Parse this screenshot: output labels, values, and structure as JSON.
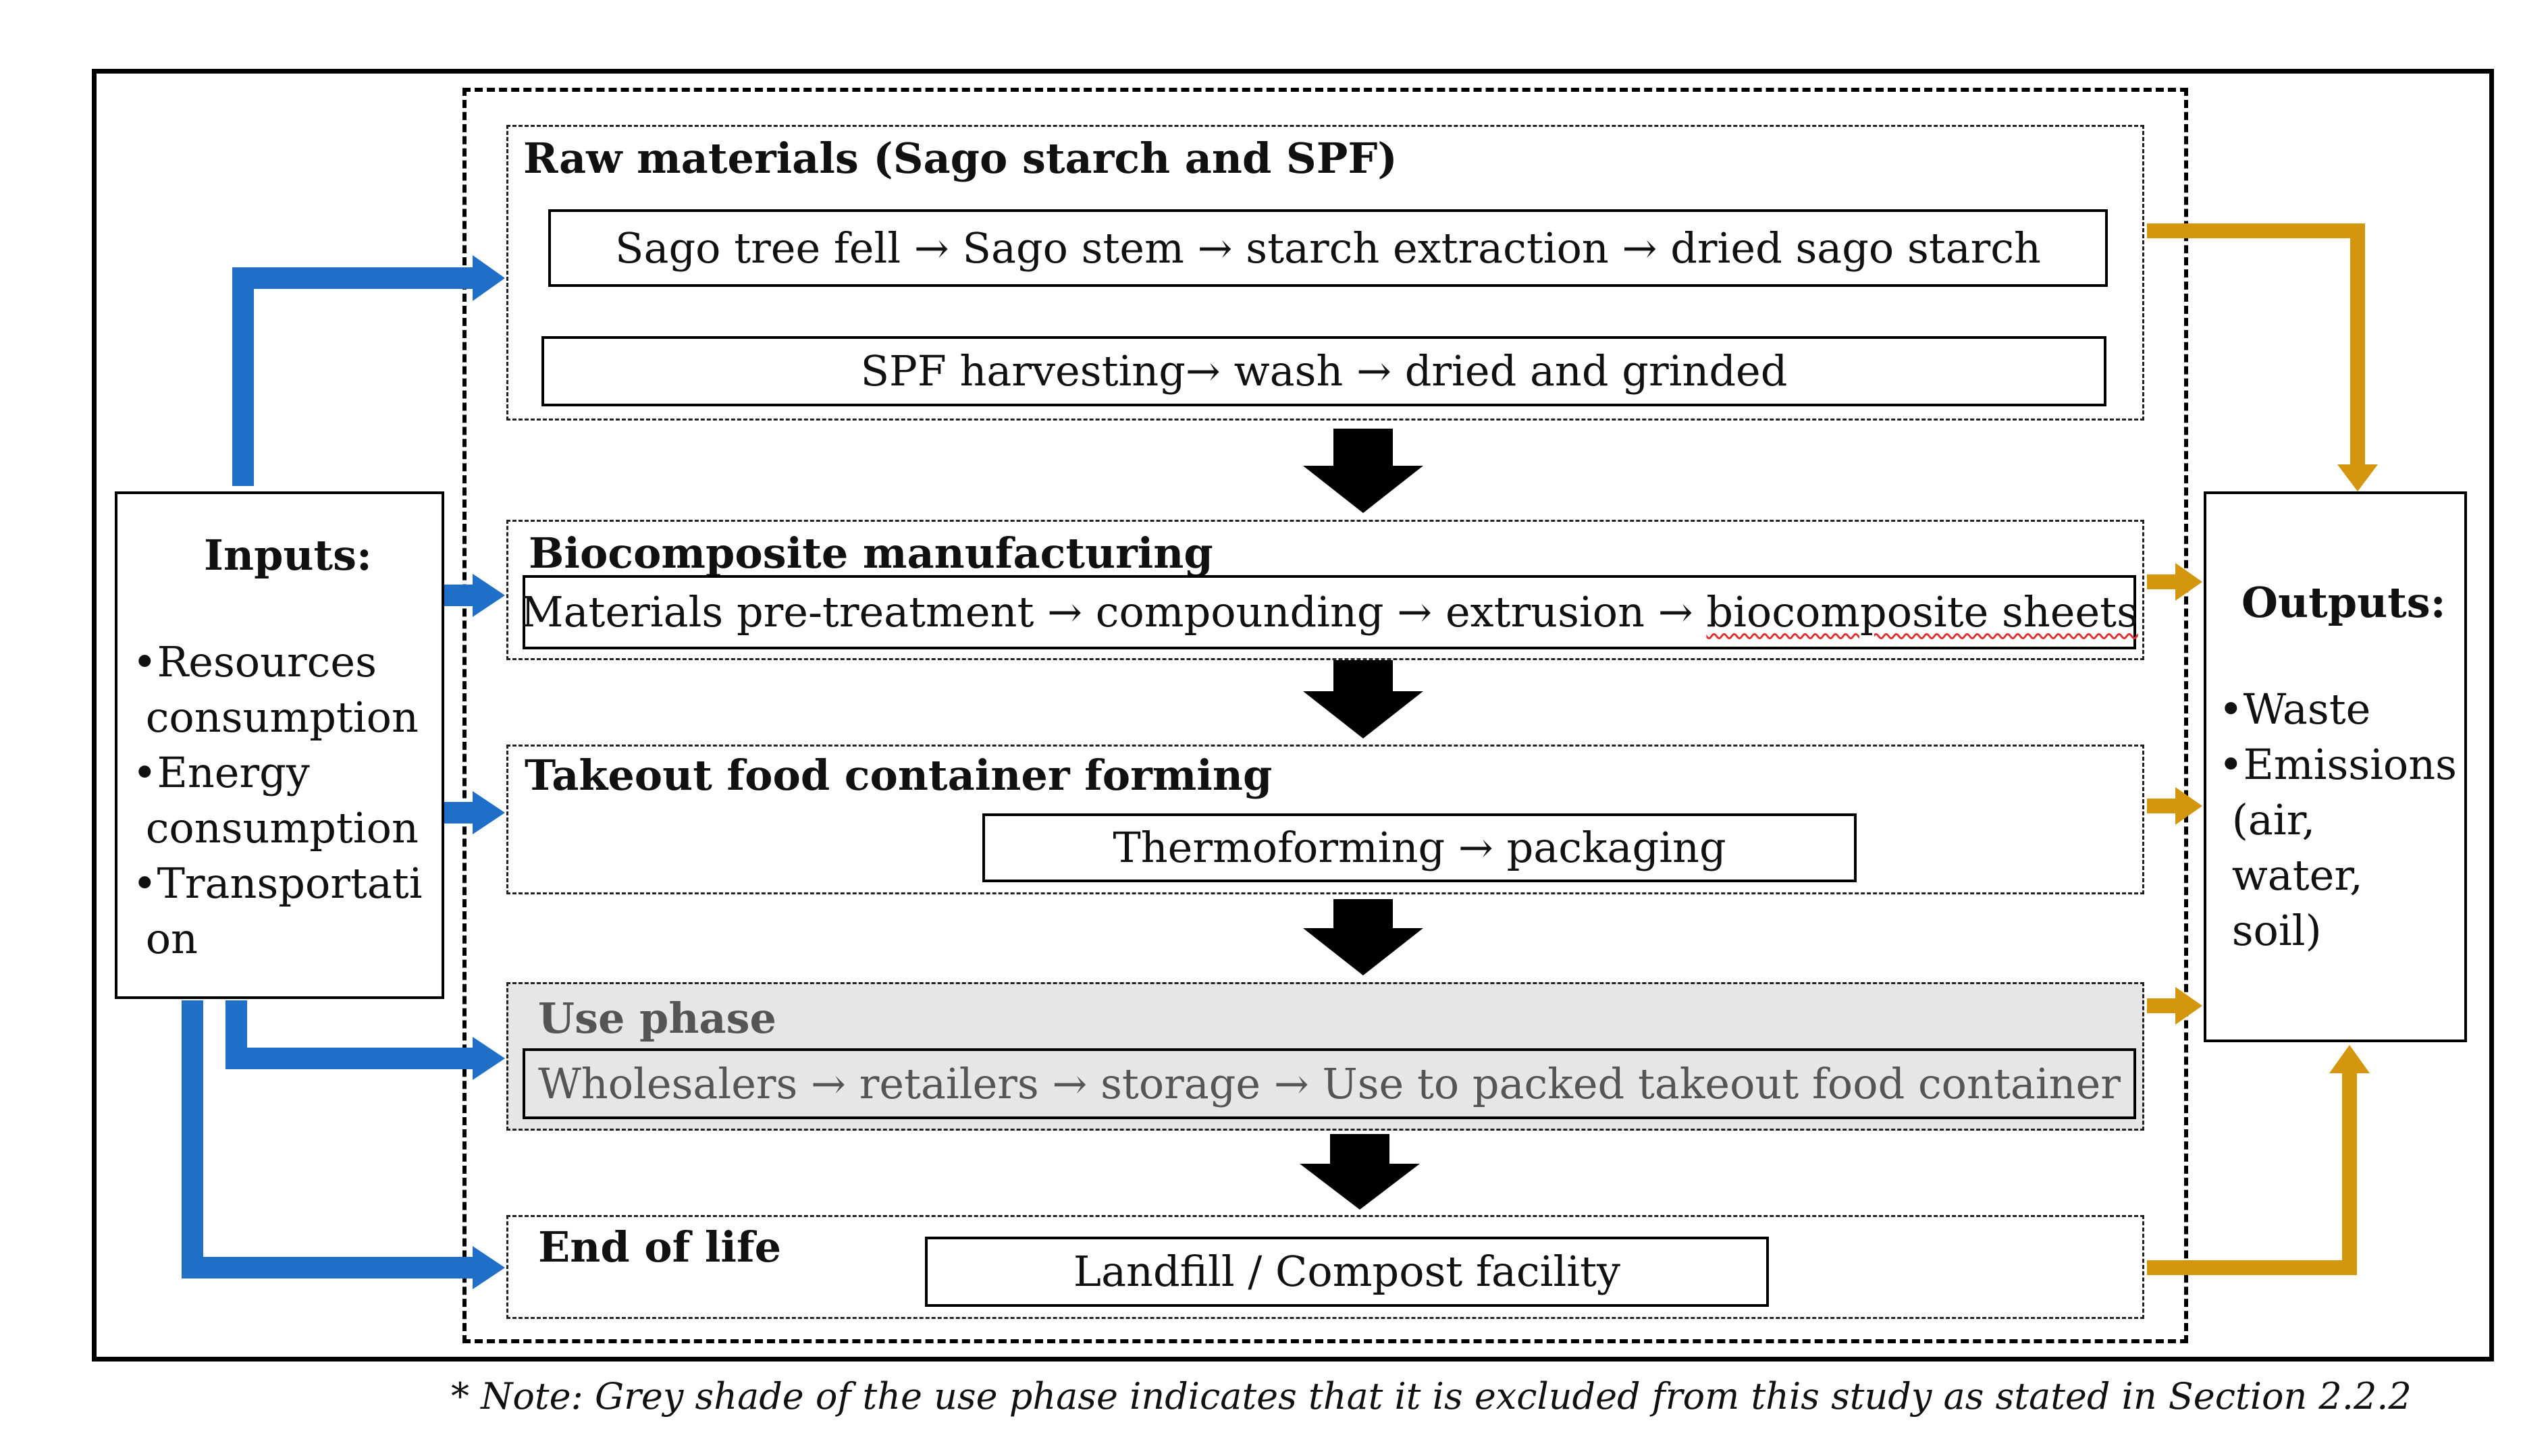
{
  "raw_materials": {
    "title": "Raw materials (Sago starch and SPF)",
    "sago_process": "Sago tree fell → Sago stem → starch extraction → dried sago starch",
    "spf_process": "SPF harvesting→ wash → dried and grinded"
  },
  "biocomposite": {
    "title": "Biocomposite manufacturing",
    "process_prefix": "Materials pre-treatment → compounding → extrusion → ",
    "process_suffix": "biocomposite sheets"
  },
  "container_forming": {
    "title": "Takeout food container forming",
    "process": "Thermoforming → packaging"
  },
  "use_phase": {
    "title": "Use phase",
    "process": "Wholesalers → retailers → storage → Use to packed takeout food container",
    "fill_color": "#e6e6e6"
  },
  "end_of_life": {
    "title": "End of life",
    "process": "Landfill / Compost facility"
  },
  "inputs": {
    "title": "Inputs:",
    "lines": [
      "•Resources",
      " consumption",
      "•Energy",
      " consumption",
      "•Transportati",
      " on"
    ]
  },
  "outputs": {
    "title": "Outputs:",
    "lines": [
      "•Waste",
      "•Emissions",
      " (air,",
      " water,",
      " soil)"
    ]
  },
  "note": "* Note: Grey shade of the use phase indicates that it is excluded from this study as stated in Section 2.2.2",
  "colors": {
    "input_arrow": "#1f6fc9",
    "output_arrow": "#d4960f",
    "flow_arrow": "#000000"
  }
}
